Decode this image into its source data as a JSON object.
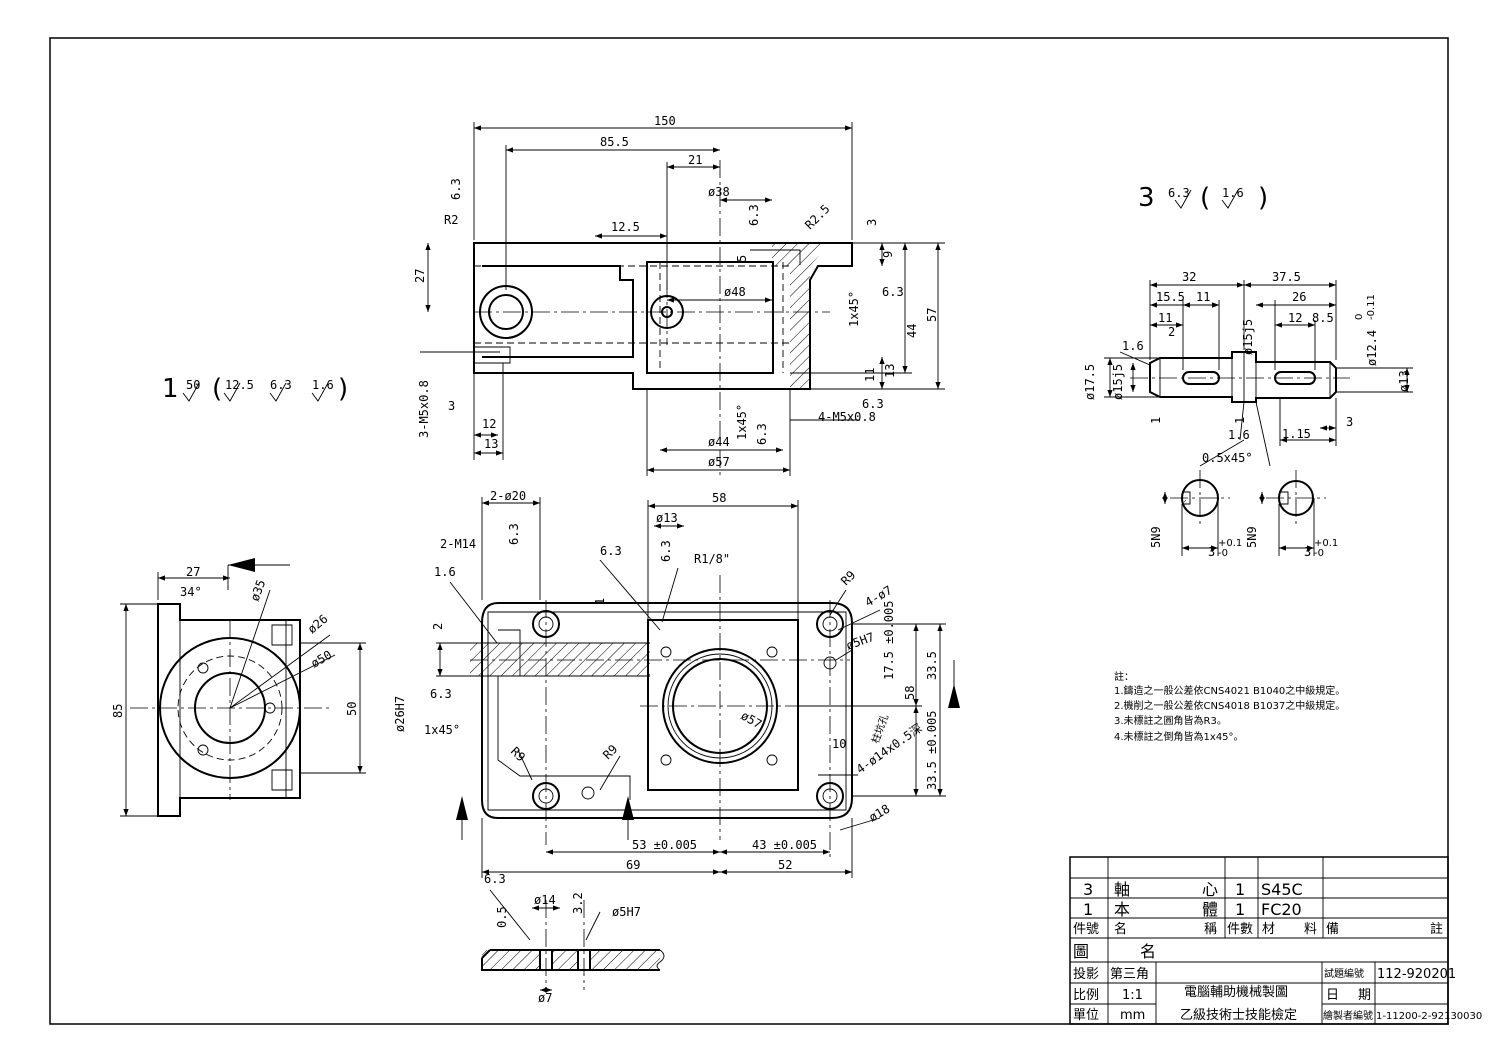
{
  "part1": {
    "id": "1",
    "finish": {
      "main": "50",
      "others": [
        "12.5",
        "6.3",
        "1.6"
      ],
      "open": "(",
      "close": ")"
    },
    "top_view": {
      "dims": [
        "150",
        "85.5",
        "21",
        "ø38",
        "12.5",
        "R2",
        "R2.5",
        "6.3",
        "6.3",
        "3",
        "9",
        "5",
        "27",
        "44",
        "57",
        "ø48",
        "1x45°",
        "6.3",
        "11",
        "13",
        "3-M5x0.8",
        "3",
        "12",
        "13",
        "1x45°",
        "6.3",
        "4-M5x0.8",
        "6.3",
        "ø44",
        "ø57"
      ]
    },
    "front_view": {
      "dims": [
        "2-ø20",
        "58",
        "ø13",
        "2-M14",
        "6.3",
        "6.3",
        "6.3",
        "R1/8\"",
        "1.6",
        "R9",
        "4-ø7",
        "17.5 ±0.005",
        "ø5H7",
        "33.5",
        "58",
        "2",
        "1",
        "ø26H7",
        "6.3",
        "1x45°",
        "ø57",
        "R9",
        "R9",
        "10",
        "柱坑孔",
        "4-ø14x0.5深",
        "33.5 ±0.005",
        "ø18",
        "53 ±0.005",
        "43 ±0.005",
        "69",
        "52"
      ]
    },
    "side_view": {
      "dims": [
        "27",
        "34°",
        "ø35",
        "ø26",
        "ø50",
        "85",
        "50"
      ]
    },
    "section_view": {
      "dims": [
        "6.3",
        "ø14",
        "3.2",
        "ø5H7",
        "0.5",
        "ø7"
      ]
    }
  },
  "part3": {
    "id": "3",
    "finish": {
      "main": "6.3",
      "others": [
        "1.6"
      ],
      "open": "(",
      "close": ")"
    },
    "shaft_dims": [
      "32",
      "37.5",
      "15.5",
      "11",
      "26",
      "11",
      "2",
      "12",
      "8.5",
      "ø15j5",
      "ø12.4",
      "0",
      "-0.11",
      "1.6",
      "ø17.5",
      "ø15j5",
      "ø13",
      "1",
      "1",
      "1.6",
      "1.15",
      "3",
      "0.5x45°"
    ],
    "section_dims": [
      "5N9",
      "3",
      "+0.1",
      "-0",
      "5N9",
      "3",
      "+0.1",
      "-0"
    ]
  },
  "notes": {
    "title": "註：",
    "items": [
      "1.鑄造之一般公差依CNS4021 B1040之中級規定。",
      "2.機削之一般公差依CNS4018 B1037之中級規定。",
      "3.未標註之圓角皆為R3。",
      "4.未標註之倒角皆為1x45°。"
    ]
  },
  "title_block": {
    "parts": [
      {
        "no": "3",
        "name_a": "軸",
        "name_b": "心",
        "qty": "1",
        "material": "S45C"
      },
      {
        "no": "1",
        "name_a": "本",
        "name_b": "體",
        "qty": "1",
        "material": "FC20"
      }
    ],
    "header": {
      "no": "件號",
      "name_a": "名",
      "name_b": "稱",
      "qty": "件數",
      "mat_a": "材",
      "mat_b": "料",
      "note_a": "備",
      "note_b": "註"
    },
    "drawing_name": {
      "label_a": "圖",
      "label_b": "名"
    },
    "projection": {
      "label": "投影",
      "value": "第三角"
    },
    "scale": {
      "label": "比例",
      "value": "1:1"
    },
    "unit": {
      "label": "單位",
      "value": "mm"
    },
    "exam_line1": "電腦輔助機械製圖",
    "exam_line2": "乙級技術士技能檢定",
    "exam_no": {
      "label": "試題編號",
      "value": "112-920201"
    },
    "date": {
      "label_a": "日",
      "label_b": "期"
    },
    "drafter_no": {
      "label": "繪製者編號",
      "value": "1-11200-2-92130030"
    }
  }
}
